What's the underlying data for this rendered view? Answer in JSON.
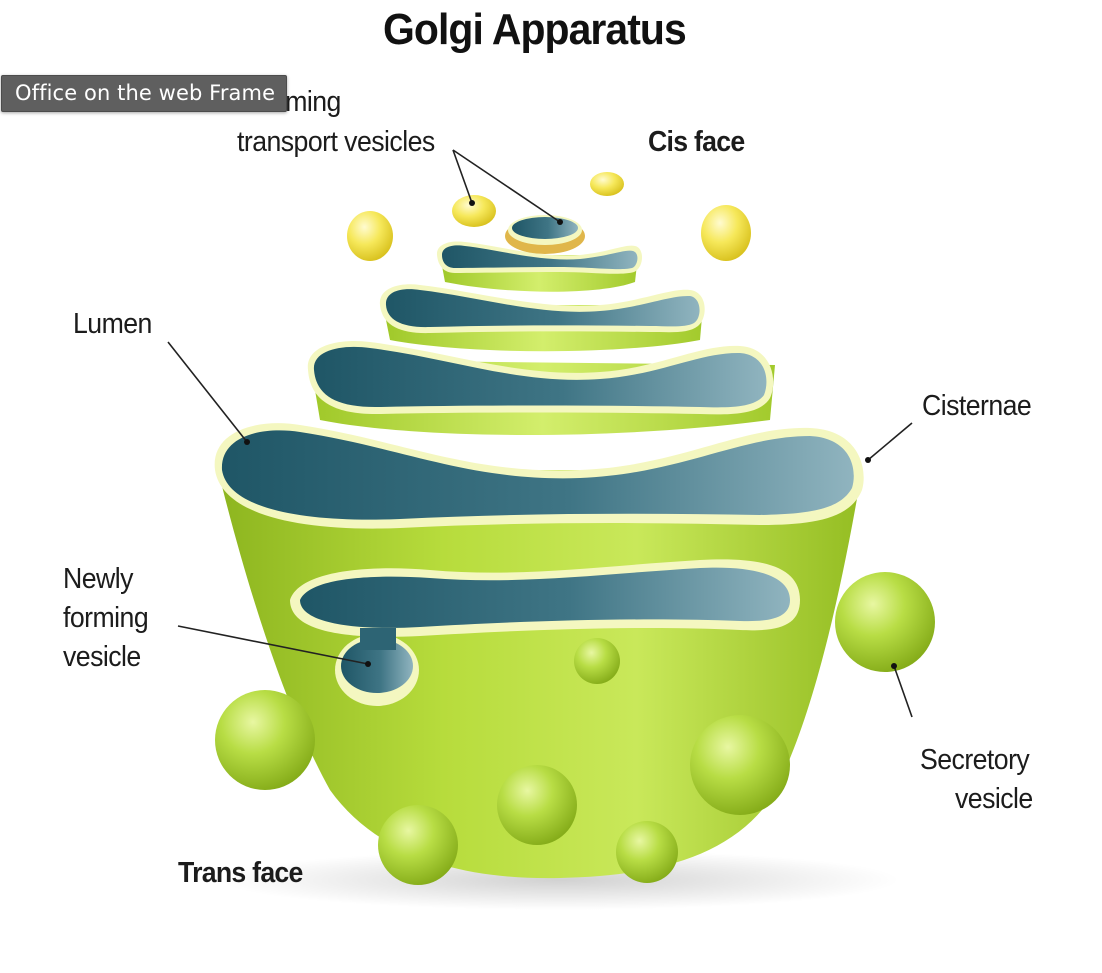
{
  "diagram": {
    "title": "Golgi Apparatus",
    "labels": {
      "incoming_line1": "Incoming",
      "incoming_line2": "transport vesicles",
      "cis_face": "Cis face",
      "lumen": "Lumen",
      "cisternae": "Cisternae",
      "newly_line1": "Newly",
      "newly_line2": "forming",
      "newly_line3": "vesicle",
      "secretory_line1": "Secretory",
      "secretory_line2": "vesicle",
      "trans_face": "Trans face"
    },
    "colors": {
      "membrane_green": "#a6cc2e",
      "membrane_light": "#d4ec6a",
      "lumen_blue": "#2c6373",
      "lumen_light": "#87adb8",
      "transport_vesicle_yellow": "#f2e04a",
      "rim_cream": "#f4f7c0"
    }
  },
  "overlay": {
    "frame_label": "Office on the web Frame"
  }
}
